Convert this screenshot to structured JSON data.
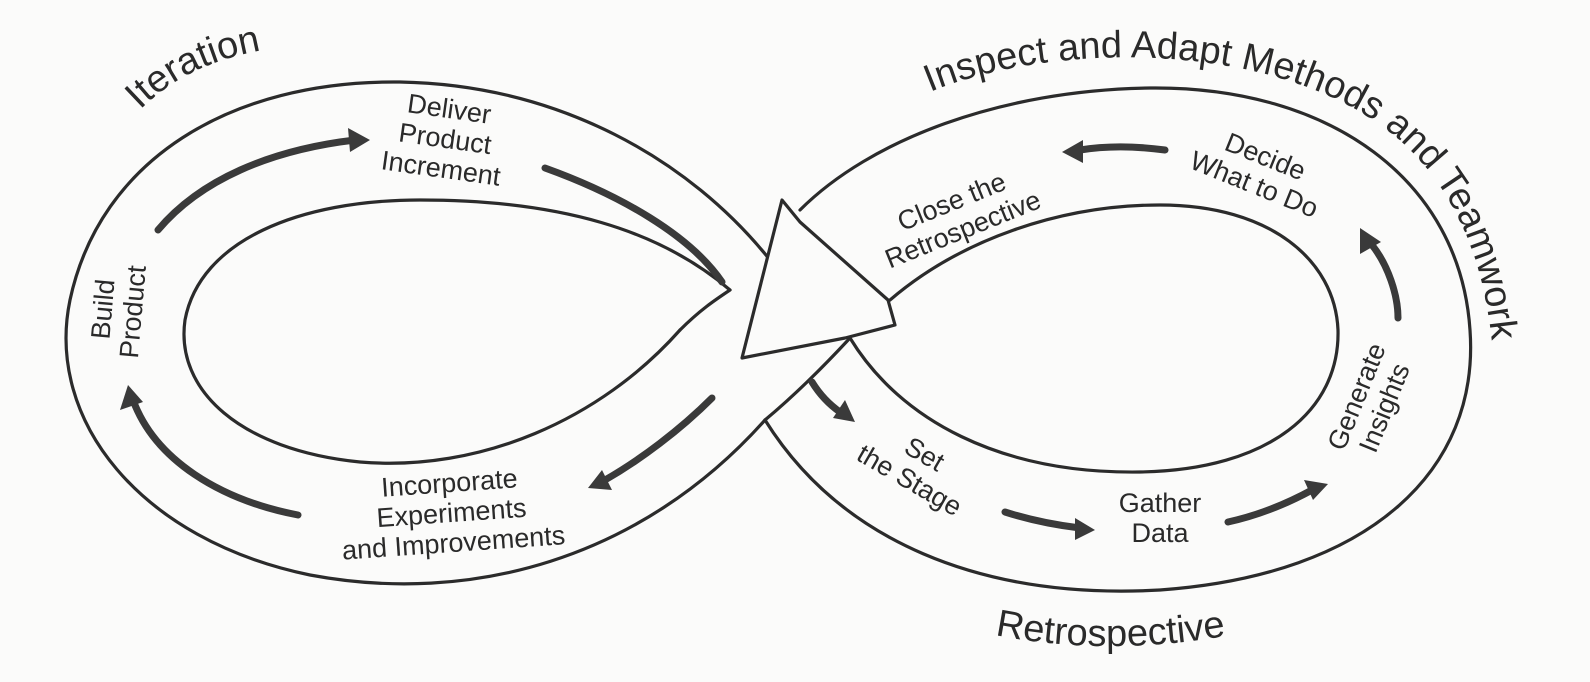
{
  "diagram": {
    "titles": {
      "iteration": "Iteration",
      "inspect": "Inspect and Adapt Methods and Teamwork",
      "retrospective": "Retrospective"
    },
    "steps": {
      "deliver": [
        "Deliver",
        "Product",
        "Increment"
      ],
      "build": [
        "Build",
        "Product"
      ],
      "incorporate": [
        "Incorporate",
        "Experiments",
        "and Improvements"
      ],
      "close": [
        "Close the",
        "Retrospective"
      ],
      "decide": [
        "Decide",
        "What to Do"
      ],
      "set_stage": [
        "Set",
        "the Stage"
      ],
      "gather": [
        "Gather",
        "Data"
      ],
      "generate": [
        "Generate",
        "Insights"
      ]
    }
  }
}
